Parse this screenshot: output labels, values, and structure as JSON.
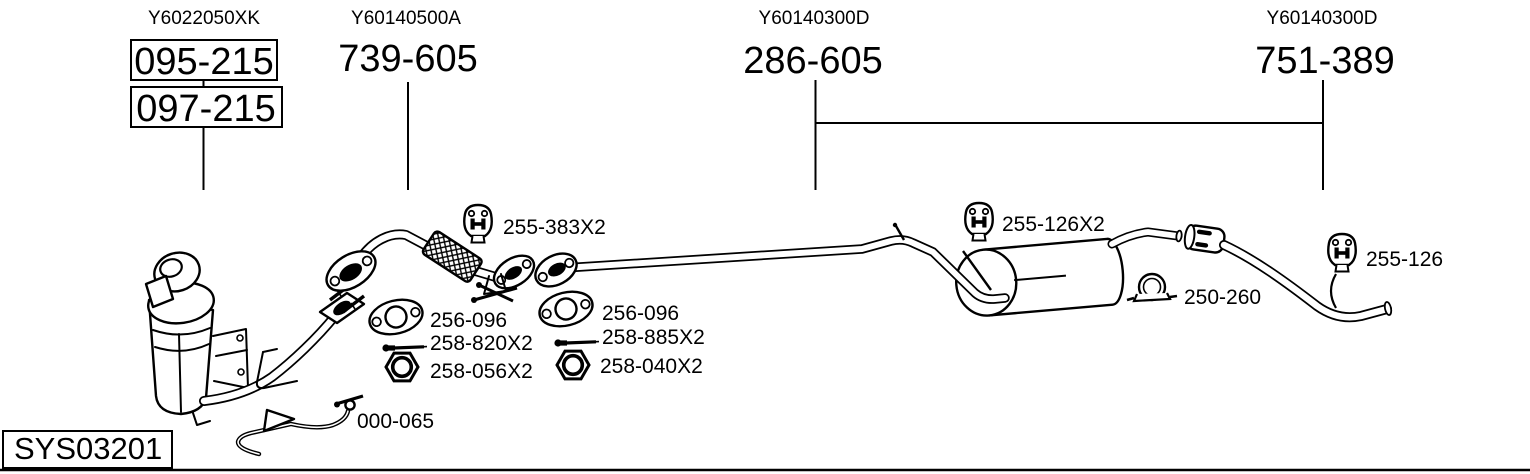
{
  "diagram": {
    "system_code": "SYS03201",
    "ink_color": "#000000",
    "background_color": "#ffffff",
    "assemblies": [
      {
        "ref": "Y6022050XK",
        "part_numbers": [
          "095-215",
          "097-215"
        ],
        "boxed": true
      },
      {
        "ref": "Y60140500A",
        "part_numbers": [
          "739-605"
        ],
        "boxed": false
      },
      {
        "ref": "Y60140300D",
        "part_numbers": [
          "286-605"
        ],
        "boxed": false
      },
      {
        "ref": "Y60140300D",
        "part_numbers": [
          "751-389"
        ],
        "boxed": false
      }
    ],
    "hardware_labels": [
      {
        "part": "255-383X2",
        "icon": "rubber-hanger-icon"
      },
      {
        "part": "256-096",
        "icon": "gasket-icon"
      },
      {
        "part": "258-820X2",
        "icon": "bolt-icon"
      },
      {
        "part": "258-056X2",
        "icon": "nut-icon"
      },
      {
        "part": "256-096",
        "icon": "gasket-icon"
      },
      {
        "part": "258-885X2",
        "icon": "bolt-icon"
      },
      {
        "part": "258-040X2",
        "icon": "nut-icon"
      },
      {
        "part": "000-065",
        "icon": "hanger-rod-icon"
      },
      {
        "part": "255-126X2",
        "icon": "rubber-hanger-icon"
      },
      {
        "part": "250-260",
        "icon": "clamp-icon"
      },
      {
        "part": "255-126",
        "icon": "rubber-hanger-icon"
      }
    ]
  }
}
